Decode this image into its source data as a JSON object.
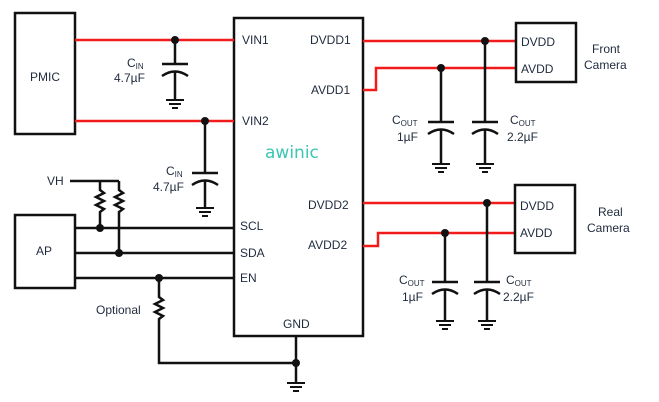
{
  "title": "awinic camera power IC application schematic",
  "colors": {
    "power_rail": "#f21b1b",
    "wire": "#111111",
    "logo": "#3cc6b4",
    "text": "#1f2a3c"
  },
  "blocks": {
    "pmic": "PMIC",
    "ap": "AP",
    "chip_logo": "awinic",
    "front_camera": {
      "line1": "Front",
      "line2": "Camera",
      "pin_dvdd": "DVDD",
      "pin_avdd": "AVDD"
    },
    "rear_camera": {
      "line1": "Real",
      "line2": "Camera",
      "pin_dvdd": "DVDD",
      "pin_avdd": "AVDD"
    }
  },
  "chip_pins": {
    "vin1": "VIN1",
    "vin2": "VIN2",
    "scl": "SCL",
    "sda": "SDA",
    "en": "EN",
    "gnd": "GND",
    "dvdd1": "DVDD1",
    "avdd1": "AVDD1",
    "dvdd2": "DVDD2",
    "avdd2": "AVDD2"
  },
  "labels": {
    "vh": "VH",
    "optional": "Optional"
  },
  "capacitors": {
    "cin1": {
      "name": "C",
      "sub": "IN",
      "value": "4.7µF"
    },
    "cin2": {
      "name": "C",
      "sub": "IN",
      "value": "4.7µF"
    },
    "cout1a": {
      "name": "C",
      "sub": "OUT",
      "value": "1µF"
    },
    "cout1b": {
      "name": "C",
      "sub": "OUT",
      "value": "2.2µF"
    },
    "cout2a": {
      "name": "C",
      "sub": "OUT",
      "value": "1µF"
    },
    "cout2b": {
      "name": "C",
      "sub": "OUT",
      "value": "2.2µF"
    }
  }
}
